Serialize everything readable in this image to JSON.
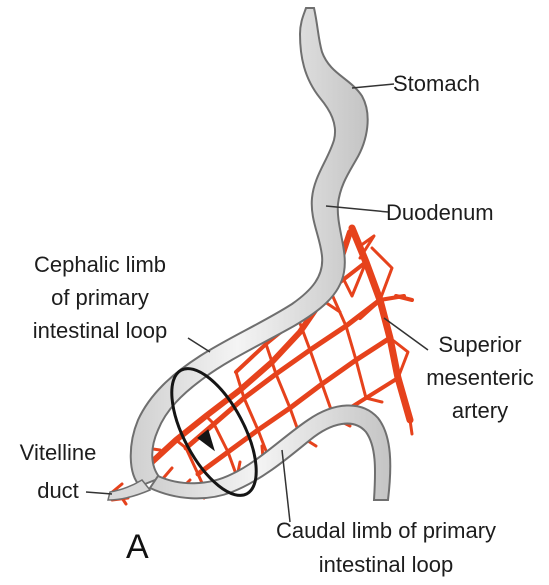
{
  "figure": {
    "panel_letter": "A",
    "labels": {
      "stomach": "Stomach",
      "duodenum": "Duodenum",
      "cephalic_limb": [
        "Cephalic limb",
        "of primary",
        "intestinal loop"
      ],
      "superior_mesenteric_artery": [
        "Superior",
        "mesenteric",
        "artery"
      ],
      "vitelline_duct": [
        "Vitelline",
        "duct"
      ],
      "caudal_limb": [
        "Caudal limb of primary",
        "intestinal loop"
      ]
    }
  },
  "colors": {
    "gut_fill": "#e2e2e2",
    "gut_outline": "#6f6f6f",
    "artery": "#e6421c",
    "rotation_arrow": "#151515",
    "leader_lines": "#333333"
  }
}
